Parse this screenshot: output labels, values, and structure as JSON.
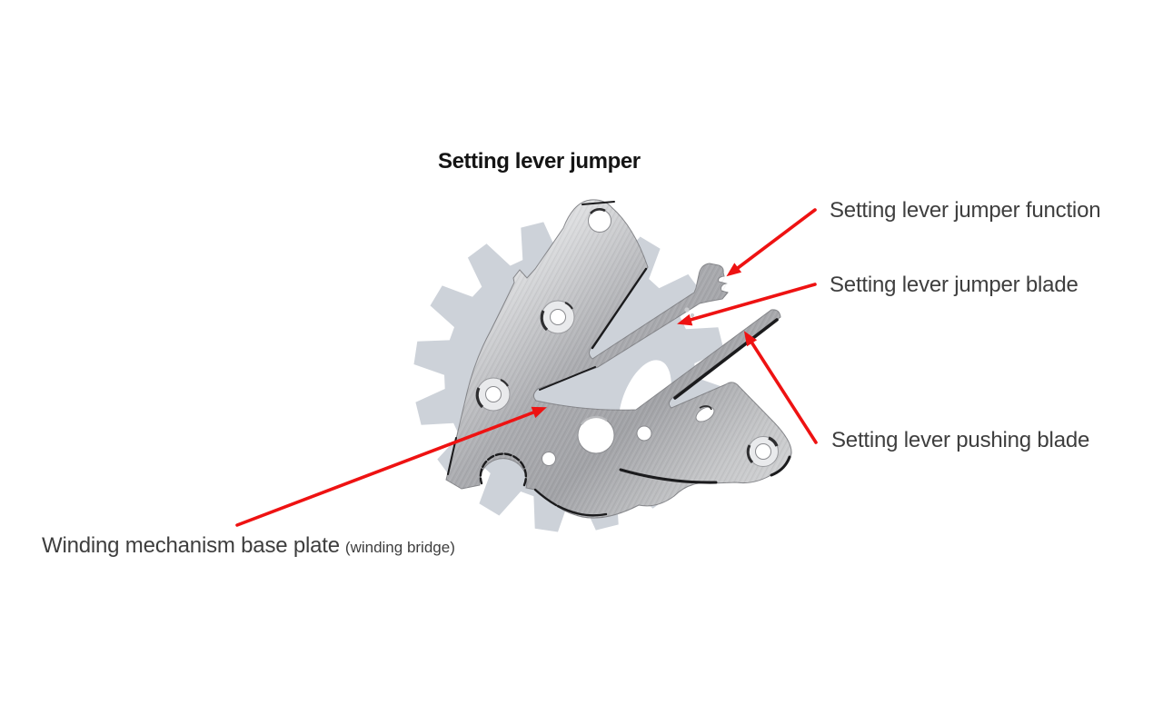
{
  "diagram": {
    "title": "Setting lever jumper",
    "callouts": [
      {
        "id": "jumper-function",
        "label": "Setting lever jumper function"
      },
      {
        "id": "jumper-blade",
        "label": "Setting lever jumper blade"
      },
      {
        "id": "pushing-blade",
        "label": "Setting lever pushing blade"
      },
      {
        "id": "base-plate",
        "label": "Winding mechanism base plate",
        "suffix": "(winding bridge)"
      }
    ],
    "illustration": {
      "parts": [
        "gear-silhouette",
        "winding-mechanism-base-plate",
        "setting-lever-jumper",
        "jumper-blade",
        "pushing-blade",
        "jumper-function-hook"
      ]
    },
    "colors": {
      "arrow_red": "#ee1212",
      "gear_gray": "#cdd2d9",
      "label_text": "#3e3e3e",
      "title_text": "#141414",
      "background": "#ffffff"
    }
  }
}
